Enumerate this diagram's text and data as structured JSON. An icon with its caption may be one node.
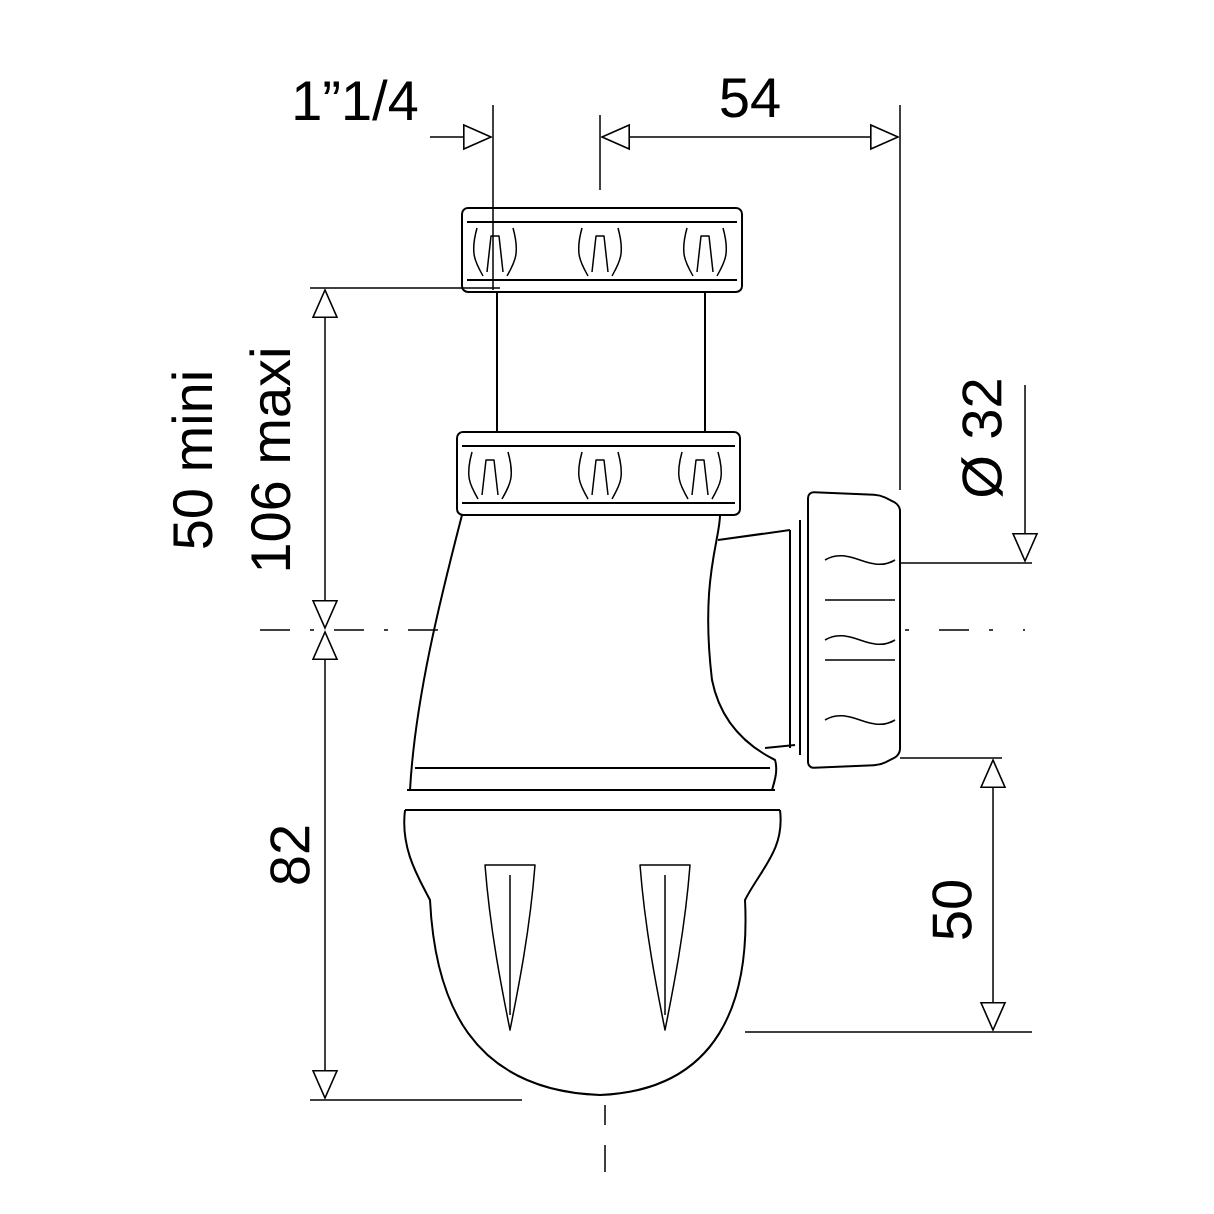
{
  "diagram": {
    "labels": [
      "1”1/4",
      "54",
      "50 mini",
      "106 maxi",
      "Ø 32",
      "82",
      "50"
    ]
  }
}
